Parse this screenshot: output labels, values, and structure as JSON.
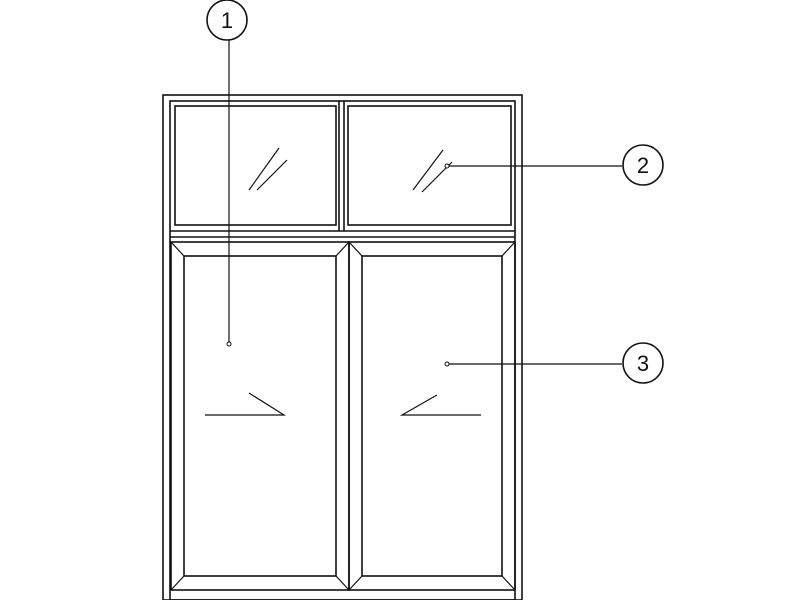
{
  "callouts": [
    {
      "id": "callout-1",
      "label": "1"
    },
    {
      "id": "callout-2",
      "label": "2"
    },
    {
      "id": "callout-3",
      "label": "3"
    }
  ],
  "colors": {
    "line": "#111111",
    "background": "#ffffff"
  }
}
